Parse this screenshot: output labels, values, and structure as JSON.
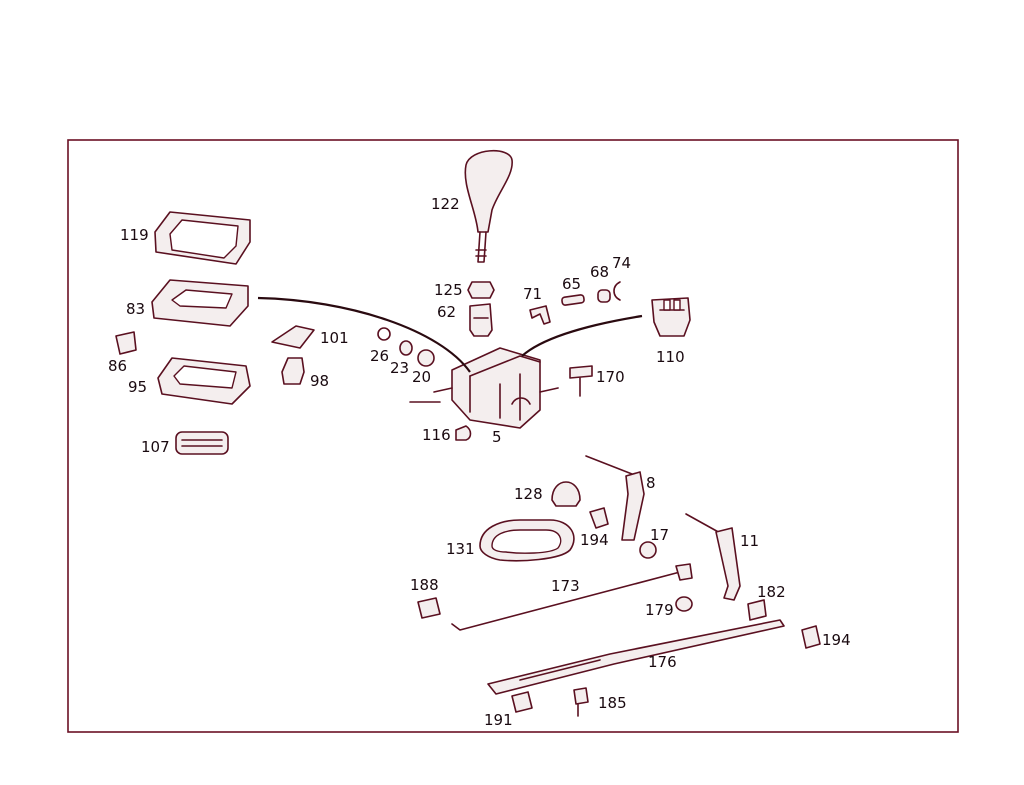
{
  "diagram": {
    "line_color": "#5a1020",
    "frame_color": "#6b1024",
    "labels": {
      "p122": "122",
      "p125": "125",
      "p62": "62",
      "p71": "71",
      "p65": "65",
      "p68": "68",
      "p74": "74",
      "p110": "110",
      "p119": "119",
      "p83": "83",
      "p86": "86",
      "p95": "95",
      "p101": "101",
      "p98": "98",
      "p26": "26",
      "p23": "23",
      "p20": "20",
      "p170": "170",
      "p116": "116",
      "p5": "5",
      "p107": "107",
      "p128": "128",
      "p8": "8",
      "p194a": "194",
      "p17": "17",
      "p11": "11",
      "p131": "131",
      "p173": "173",
      "p188": "188",
      "p179": "179",
      "p182": "182",
      "p194b": "194",
      "p176": "176",
      "p191": "191",
      "p185": "185"
    }
  }
}
